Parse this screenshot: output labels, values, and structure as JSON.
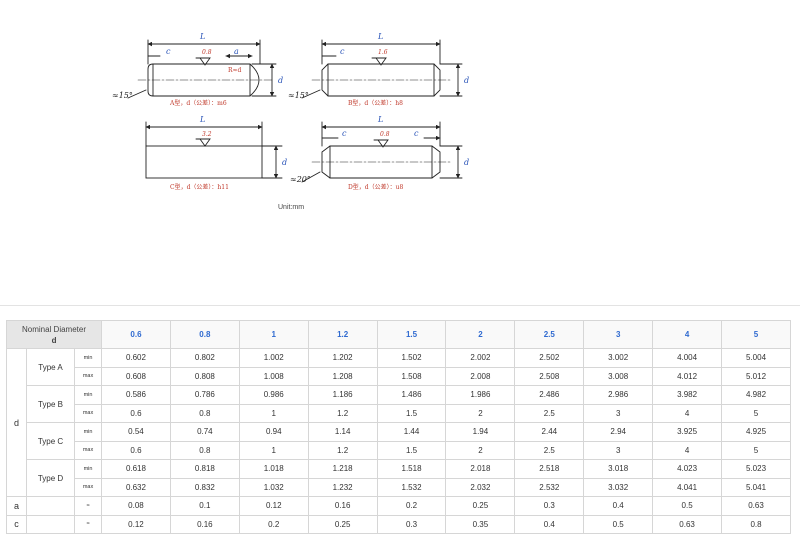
{
  "drawing": {
    "caption": "Unit:mm",
    "type_a": {
      "L": "L",
      "c": "c",
      "roughness": "0.8",
      "a": "a",
      "R": "R≈d",
      "d": "d",
      "angle": "≈15°",
      "note": "A型，d（公差）：m6"
    },
    "type_b": {
      "L": "L",
      "c": "c",
      "roughness": "1.6",
      "d": "d",
      "angle": "≈15°",
      "note": "B型，d（公差）：h8"
    },
    "type_c": {
      "L": "L",
      "roughness": "3.2",
      "d": "d",
      "note": "C型，d（公差）：h11"
    },
    "type_d": {
      "L": "L",
      "c": "c",
      "roughness": "0.8",
      "d": "d",
      "angle": "≈20°",
      "note": "D型，d（公差）：u8"
    }
  },
  "table": {
    "header": {
      "label": "Nominal Diameter",
      "sub": "d"
    },
    "diameters": [
      "0.6",
      "0.8",
      "1",
      "1.2",
      "1.5",
      "2",
      "2.5",
      "3",
      "4",
      "5"
    ],
    "d_label": "d",
    "min_label": "min",
    "max_label": "max",
    "approx": "≈",
    "types": [
      {
        "name": "Type A",
        "min": [
          "0.602",
          "0.802",
          "1.002",
          "1.202",
          "1.502",
          "2.002",
          "2.502",
          "3.002",
          "4.004",
          "5.004"
        ],
        "max": [
          "0.608",
          "0.808",
          "1.008",
          "1.208",
          "1.508",
          "2.008",
          "2.508",
          "3.008",
          "4.012",
          "5.012"
        ]
      },
      {
        "name": "Type B",
        "min": [
          "0.586",
          "0.786",
          "0.986",
          "1.186",
          "1.486",
          "1.986",
          "2.486",
          "2.986",
          "3.982",
          "4.982"
        ],
        "max": [
          "0.6",
          "0.8",
          "1",
          "1.2",
          "1.5",
          "2",
          "2.5",
          "3",
          "4",
          "5"
        ]
      },
      {
        "name": "Type C",
        "min": [
          "0.54",
          "0.74",
          "0.94",
          "1.14",
          "1.44",
          "1.94",
          "2.44",
          "2.94",
          "3.925",
          "4.925"
        ],
        "max": [
          "0.6",
          "0.8",
          "1",
          "1.2",
          "1.5",
          "2",
          "2.5",
          "3",
          "4",
          "5"
        ]
      },
      {
        "name": "Type D",
        "min": [
          "0.618",
          "0.818",
          "1.018",
          "1.218",
          "1.518",
          "2.018",
          "2.518",
          "3.018",
          "4.023",
          "5.023"
        ],
        "max": [
          "0.632",
          "0.832",
          "1.032",
          "1.232",
          "1.532",
          "2.032",
          "2.532",
          "3.032",
          "4.041",
          "5.041"
        ]
      }
    ],
    "a": {
      "label": "a",
      "values": [
        "0.08",
        "0.1",
        "0.12",
        "0.16",
        "0.2",
        "0.25",
        "0.3",
        "0.4",
        "0.5",
        "0.63"
      ]
    },
    "c": {
      "label": "c",
      "values": [
        "0.12",
        "0.16",
        "0.2",
        "0.25",
        "0.3",
        "0.35",
        "0.4",
        "0.5",
        "0.63",
        "0.8"
      ]
    }
  }
}
